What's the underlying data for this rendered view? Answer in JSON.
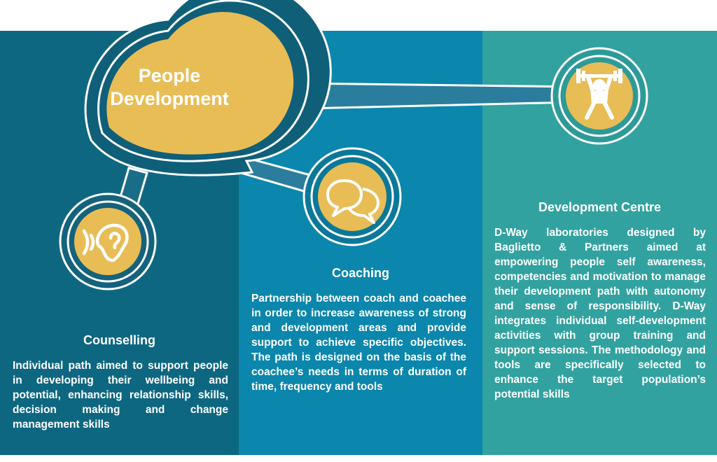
{
  "hub": {
    "title_line1": "People",
    "title_line2": "Development",
    "icon": "hub-pin"
  },
  "colors": {
    "panel_left": "#0e6781",
    "panel_middle": "#0b86ac",
    "panel_right": "#31a29f",
    "node_fill": "#e8bd55",
    "ring": "#ffffff"
  },
  "sections": [
    {
      "id": "counselling",
      "icon": "ear-icon",
      "title": "Counselling",
      "text": "Individual path aimed to support people in developing their wellbeing and potential, enhancing relationship skills, decision making and change management skills"
    },
    {
      "id": "coaching",
      "icon": "speech-bubbles-icon",
      "title": "Coaching",
      "text": "Partnership between coach and coachee in order to increase awareness of strong and development areas and provide support to achieve specific objectives. The path is designed on the basis of the coachee’s needs in terms of duration of time, frequency and tools"
    },
    {
      "id": "development-centre",
      "icon": "weightlifter-icon",
      "title": "Development Centre",
      "text": "D-Way laboratories designed by Baglietto & Partners aimed at empowering people self awareness, competencies and motivation to manage their development path with autonomy and sense of responsibility. D-Way integrates individual self-development activities with group training and support sessions. The methodology and tools are specifically selected to enhance the target population’s potential skills"
    }
  ]
}
